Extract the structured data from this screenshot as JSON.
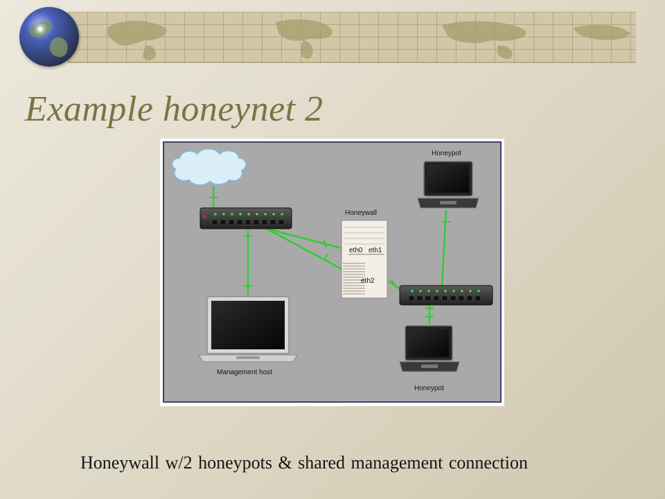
{
  "slide": {
    "title": "Example honeynet 2",
    "caption": "Honeywall w/2 honeypots & shared management connection"
  },
  "diagram": {
    "labels": {
      "honeypot_top": "Honeypot",
      "honeywall": "Honeywall",
      "eth0": "eth0",
      "eth1": "eth1",
      "eth2": "eth2",
      "management_host": "Management host",
      "honeypot_bottom": "Honeypot"
    }
  },
  "colors": {
    "title": "#7a7444",
    "link": "#33cc33",
    "diagram_bg": "#a9a9a9"
  }
}
